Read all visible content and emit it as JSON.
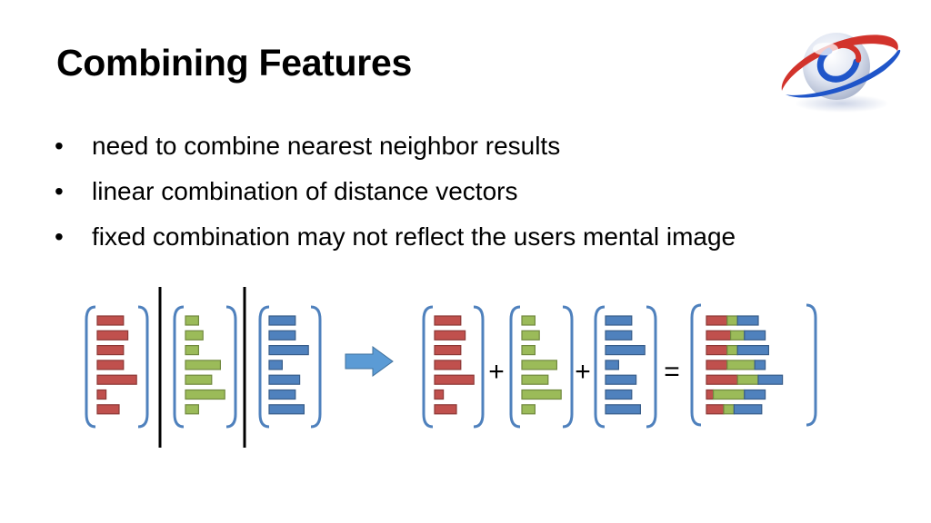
{
  "slide": {
    "title": "Combining Features"
  },
  "bullets": [
    "need to combine nearest neighbor results",
    "linear combination of distance vectors",
    "fixed combination may not reflect the users mental image"
  ],
  "diagram": {
    "colors": {
      "red": "#C0504D",
      "red_stroke": "#8C3836",
      "green": "#9BBB59",
      "green_stroke": "#71893F",
      "blue": "#4F81BD",
      "blue_stroke": "#385D8A",
      "bracket": "#4F81BD",
      "arrow": "#5B9BD5"
    },
    "vectors": {
      "red": [
        6,
        7,
        6,
        6,
        9,
        2,
        5
      ],
      "green": [
        3,
        4,
        3,
        8,
        6,
        9,
        3
      ],
      "blue": [
        6,
        6,
        9,
        3,
        7,
        6,
        8
      ]
    },
    "operators": {
      "plus": "+",
      "equals": "="
    },
    "arrow_icon": "right-arrow-icon"
  },
  "logo": {
    "icon": "ring-globe-logo-icon"
  }
}
